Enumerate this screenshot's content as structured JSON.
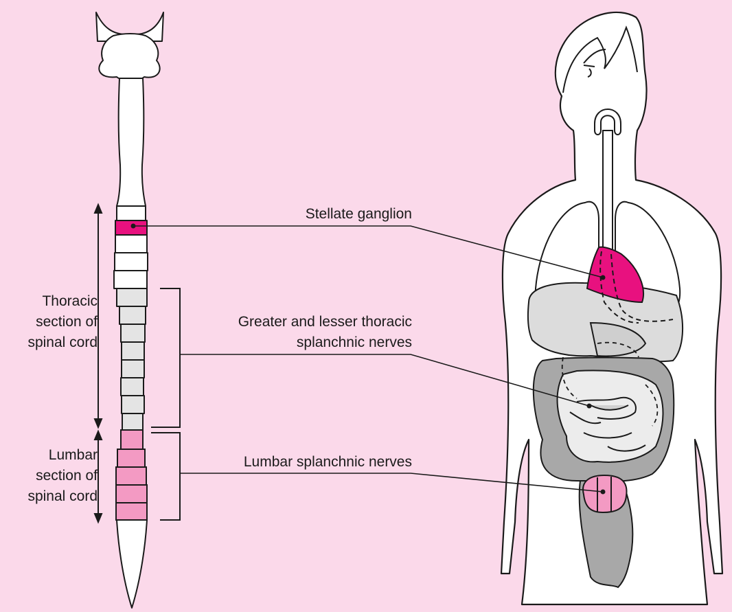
{
  "labels": {
    "stellate": "Stellate ganglion",
    "thoracic_nerves": [
      "Greater and lesser thoracic",
      "splanchnic nerves"
    ],
    "lumbar_nerves": "Lumbar splanchnic nerves",
    "thoracic_section": [
      "Thoracic",
      "section of",
      "spinal cord"
    ],
    "lumbar_section": [
      "Lumbar",
      "section of",
      "spinal cord"
    ]
  },
  "colors": {
    "background": "#fbd9ea",
    "stellate": "#e8117f",
    "lumbar": "#f39ac3",
    "thoracic": "#e4e4e4",
    "viscera_light": "#dcdcdc",
    "viscera_dark": "#a8a8a8",
    "outline": "#1a1a1a"
  }
}
